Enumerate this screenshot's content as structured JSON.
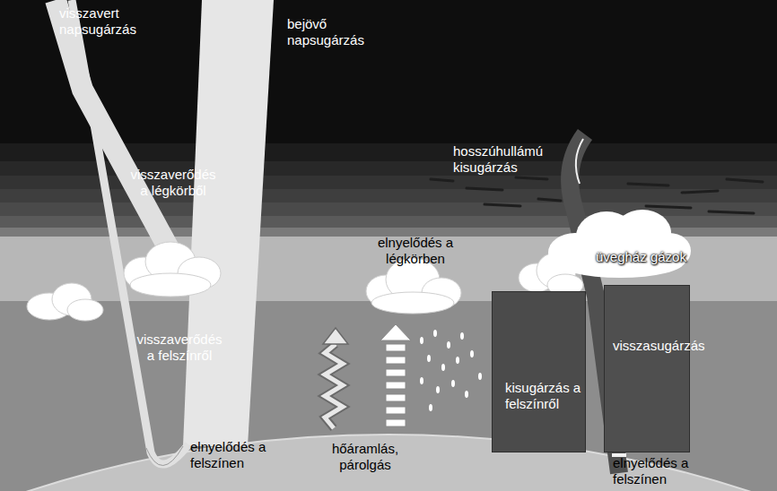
{
  "diagram": {
    "nodes": [
      {
        "text": [
          "üvegház gázok"
        ]
      },
      {
        "text": [
          "kisugárzás a felszínről"
        ]
      },
      {
        "text": [
          "visszasugárzás"
        ]
      }
    ],
    "labels": [
      "visszavert napsugárzás",
      "bejövő napsugárzás",
      "hosszúhullámú kisugárzás",
      "visszaverődés a légkörből",
      "elnyelődés a légkörben",
      "visszaverődés a felszínről",
      "elnyelődés a felszínen",
      "hőáramlás, párolgás",
      "elnyelődés a felszínen"
    ]
  }
}
